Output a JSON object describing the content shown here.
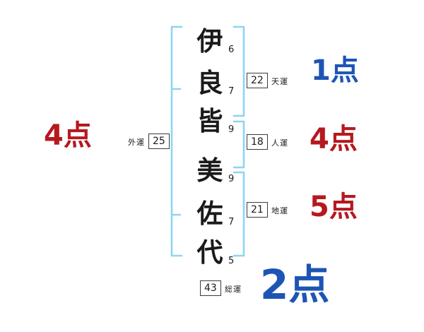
{
  "name_chars": [
    {
      "char": "伊",
      "strokes": "6"
    },
    {
      "char": "良",
      "strokes": "7"
    },
    {
      "char": "皆",
      "strokes": "9"
    },
    {
      "char": "美",
      "strokes": "9"
    },
    {
      "char": "佐",
      "strokes": "7"
    },
    {
      "char": "代",
      "strokes": "5"
    }
  ],
  "fortunes": {
    "tenun": {
      "label": "天運",
      "value": "22",
      "score": "1点"
    },
    "jinun": {
      "label": "人運",
      "value": "18",
      "score": "4点"
    },
    "chiun": {
      "label": "地運",
      "value": "21",
      "score": "5点"
    },
    "gaiun": {
      "label": "外運",
      "value": "25",
      "score": "4点"
    },
    "souun": {
      "label": "総運",
      "value": "43",
      "score": "2点"
    }
  },
  "colors": {
    "score_blue": "#1d55b4",
    "score_red": "#b5191f",
    "bracket_blue": "#8dd5f2"
  }
}
